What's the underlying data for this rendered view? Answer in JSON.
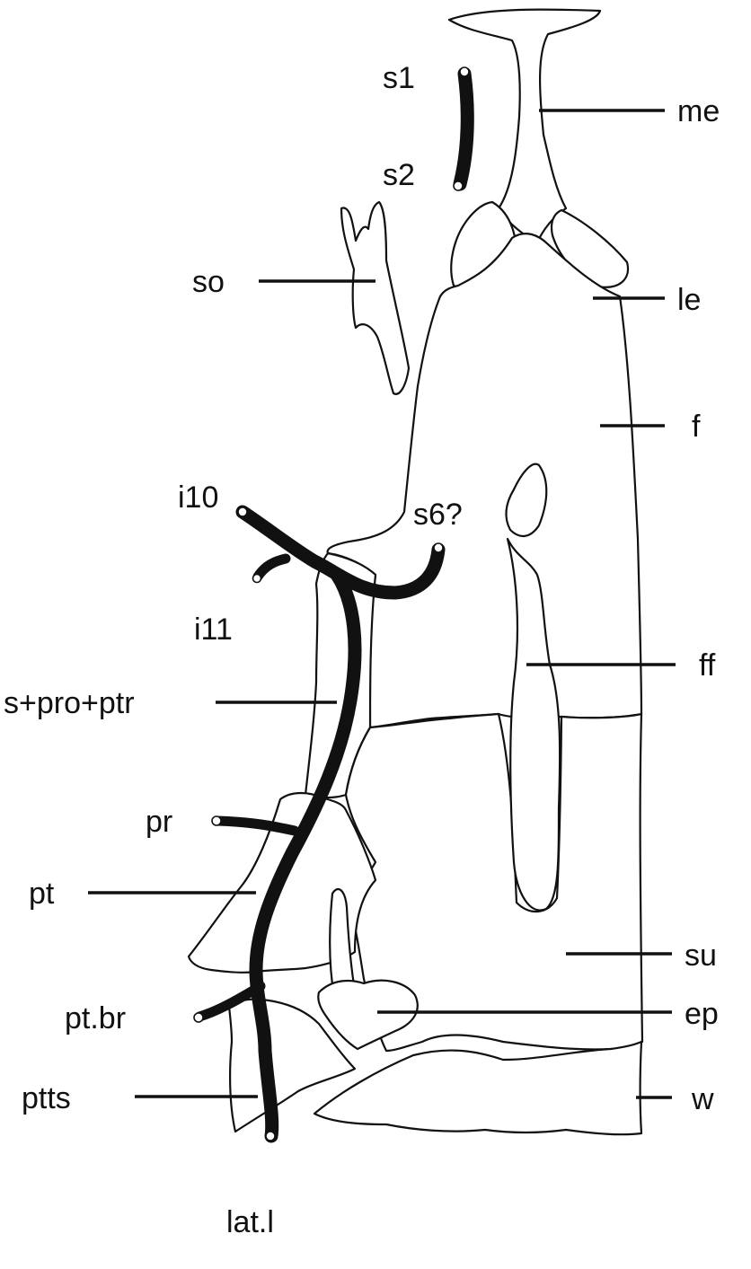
{
  "labels": {
    "s1": "s1",
    "s2": "s2",
    "me": "me",
    "so": "so",
    "le": "le",
    "f": "f",
    "i10": "i10",
    "s6": "s6?",
    "i11": "i11",
    "ff": "ff",
    "s_pro_ptr": "s+pro+ptr",
    "pr": "pr",
    "pt": "pt",
    "su": "su",
    "pt_br": "pt.br",
    "ep": "ep",
    "ptts": "ptts",
    "w": "w",
    "lat_l": "lat.l"
  },
  "colors": {
    "ink": "#111111",
    "paper": "#ffffff"
  }
}
